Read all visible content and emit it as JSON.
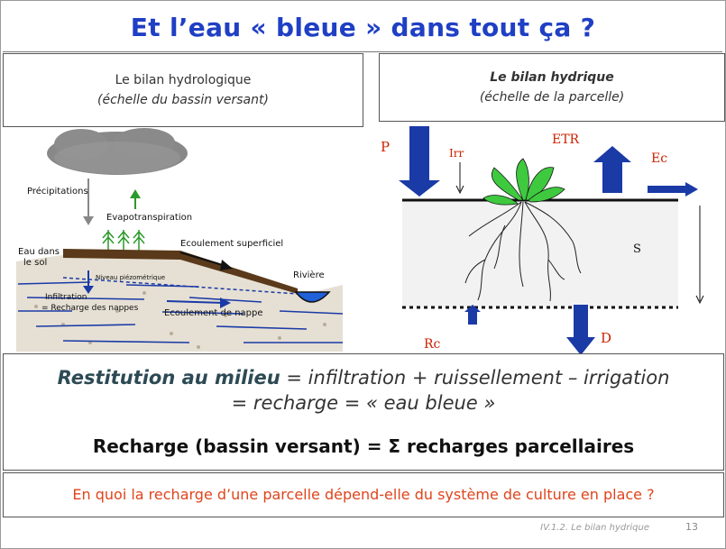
{
  "title": "Et l’eau « bleue » dans tout ça ?",
  "left_box": {
    "line1": "Le bilan hydrologique",
    "line2": "(échelle du bassin versant)"
  },
  "right_box": {
    "line1": "Le bilan hydrique",
    "line2": "(échelle de la parcelle)"
  },
  "hydrology_labels": {
    "precipitations": "Précipitations",
    "evapotranspiration": "Evapotranspiration",
    "eau_dans": "Eau dans",
    "le_sol": "le sol",
    "ecoulement_superficiel": "Ecoulement superficiel",
    "riviere": "Rivière",
    "niveau_piezometrique": "Niveau piézométrique",
    "infiltration": "Infiltration",
    "recharge_nappes": "= Recharge des nappes",
    "ecoulement_nappe": "Ecoulement de nappe"
  },
  "hydric_labels": {
    "p": "P",
    "irr": "Irr",
    "etr": "ETR",
    "ec": "Ec",
    "s": "S",
    "rc": "Rc",
    "d": "D"
  },
  "restitution": {
    "emphasis": "Restitution au milieu",
    "rest_line1": " = infiltration + ruissellement – irrigation",
    "line2": "= recharge = « eau bleue »"
  },
  "recharge_line": "Recharge (bassin versant) = Σ recharges parcellaires",
  "question": "En quoi la recharge d’une parcelle dépend-elle du système de culture en place ?",
  "footer": "IV.1.2. Le bilan hydrique",
  "page_number": "13",
  "colors": {
    "title": "#1f3fc4",
    "question": "#e0441c",
    "arrow": "#1a3aa6",
    "label_red": "#cc2200",
    "plant": "#3fc93f",
    "soil": "#5a3a1a"
  }
}
